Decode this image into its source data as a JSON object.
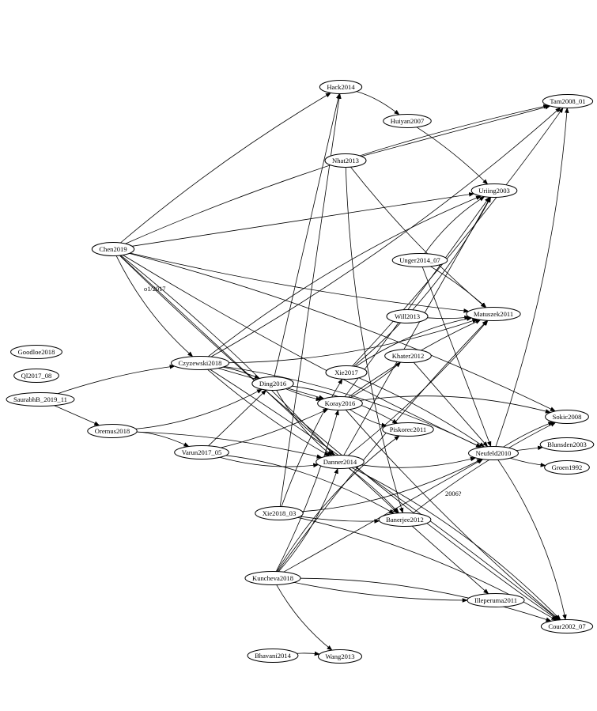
{
  "graph": {
    "nodes": [
      {
        "id": "Tam2008_01",
        "label": "Tam2008_01"
      },
      {
        "id": "Hack2014",
        "label": "Hack2014"
      },
      {
        "id": "Huiyan2007",
        "label": "Huiyan2007"
      },
      {
        "id": "Nhat2013",
        "label": "Nhat2013"
      },
      {
        "id": "Uriing2003",
        "label": "Uriing2003"
      },
      {
        "id": "Chen2019",
        "label": "Chen2019"
      },
      {
        "id": "Unger2014_07",
        "label": "Unger2014_07"
      },
      {
        "id": "Will2013",
        "label": "Will2013"
      },
      {
        "id": "Matuszek2011",
        "label": "Matuszek2011"
      },
      {
        "id": "Goodloe2018",
        "label": "Goodloe2018"
      },
      {
        "id": "Czyzewski2018",
        "label": "Czyzewski2018"
      },
      {
        "id": "Khater2012",
        "label": "Khater2012"
      },
      {
        "id": "Xie2017",
        "label": "Xie2017"
      },
      {
        "id": "Ql2017_08",
        "label": "Ql2017_08"
      },
      {
        "id": "Ding2016",
        "label": "Ding2016"
      },
      {
        "id": "SaurabhB_2019_11",
        "label": "SaurabhB_2019_11"
      },
      {
        "id": "Koray2016",
        "label": "Koray2016"
      },
      {
        "id": "Sokic2008",
        "label": "Sokic2008"
      },
      {
        "id": "Oremus2018",
        "label": "Oremus2018"
      },
      {
        "id": "Piskorec2011",
        "label": "Piskorec2011"
      },
      {
        "id": "Blunsden2003",
        "label": "Blunsden2003"
      },
      {
        "id": "Varun2017_05",
        "label": "Varun2017_05"
      },
      {
        "id": "Neufeld2010",
        "label": "Neufeld2010"
      },
      {
        "id": "Danner2014",
        "label": "Danner2014"
      },
      {
        "id": "Groen1992",
        "label": "Groen1992"
      },
      {
        "id": "Xie2018_03",
        "label": "Xie2018_03"
      },
      {
        "id": "Banerjee2012",
        "label": "Banerjee2012"
      },
      {
        "id": "Kuncheva2018",
        "label": "Kuncheva2018"
      },
      {
        "id": "Illeperuma2011",
        "label": "Illeperuma2011"
      },
      {
        "id": "Cour2002_07",
        "label": "Cour2002_07"
      },
      {
        "id": "Bhavani2014",
        "label": "Bhavani2014"
      },
      {
        "id": "Wang2013",
        "label": "Wang2013"
      }
    ],
    "edge_labels": [
      {
        "id": "lbl-1-2017",
        "text": "o1/2017"
      },
      {
        "id": "lbl-2006",
        "text": "2006?"
      }
    ],
    "edges": [
      [
        "Hack2014",
        "Huiyan2007"
      ],
      [
        "Huiyan2007",
        "Uriing2003"
      ],
      [
        "Nhat2013",
        "Tam2008_01"
      ],
      [
        "Nhat2013",
        "Matuszek2011"
      ],
      [
        "Nhat2013",
        "Banerjee2012"
      ],
      [
        "Chen2019",
        "Tam2008_01"
      ],
      [
        "Chen2019",
        "Hack2014"
      ],
      [
        "Chen2019",
        "Uriing2003"
      ],
      [
        "Chen2019",
        "Matuszek2011"
      ],
      [
        "Chen2019",
        "Czyzewski2018"
      ],
      [
        "Chen2019",
        "Sokic2008"
      ],
      [
        "Chen2019",
        "Danner2014"
      ],
      [
        "Chen2019",
        "Banerjee2012"
      ],
      [
        "Chen2019",
        "Neufeld2010"
      ],
      [
        "Chen2019",
        "Cour2002_07"
      ],
      [
        "Unger2014_07",
        "Uriing2003"
      ],
      [
        "Unger2014_07",
        "Matuszek2011"
      ],
      [
        "Unger2014_07",
        "Neufeld2010"
      ],
      [
        "Will2013",
        "Matuszek2011"
      ],
      [
        "Czyzewski2018",
        "Tam2008_01"
      ],
      [
        "Czyzewski2018",
        "Uriing2003"
      ],
      [
        "Czyzewski2018",
        "Ding2016"
      ],
      [
        "Czyzewski2018",
        "Koray2016"
      ],
      [
        "Czyzewski2018",
        "Danner2014"
      ],
      [
        "Czyzewski2018",
        "Matuszek2011"
      ],
      [
        "Czyzewski2018",
        "Neufeld2010"
      ],
      [
        "Czyzewski2018",
        "Cour2002_07"
      ],
      [
        "Khater2012",
        "Neufeld2010"
      ],
      [
        "Xie2017",
        "Tam2008_01"
      ],
      [
        "Xie2017",
        "Uriing2003"
      ],
      [
        "Xie2017",
        "Matuszek2011"
      ],
      [
        "Xie2017",
        "Neufeld2010"
      ],
      [
        "Ding2016",
        "Hack2014"
      ],
      [
        "Ding2016",
        "Koray2016"
      ],
      [
        "Ding2016",
        "Danner2014"
      ],
      [
        "Ding2016",
        "Piskorec2011"
      ],
      [
        "SaurabhB_2019_11",
        "Czyzewski2018"
      ],
      [
        "SaurabhB_2019_11",
        "Oremus2018"
      ],
      [
        "Koray2016",
        "Khater2012"
      ],
      [
        "Koray2016",
        "Piskorec2011"
      ],
      [
        "Koray2016",
        "Sokic2008"
      ],
      [
        "Koray2016",
        "Matuszek2011"
      ],
      [
        "Koray2016",
        "Uriing2003"
      ],
      [
        "Koray2016",
        "Cour2002_07"
      ],
      [
        "Oremus2018",
        "Ding2016"
      ],
      [
        "Oremus2018",
        "Varun2017_05"
      ],
      [
        "Oremus2018",
        "Danner2014"
      ],
      [
        "Varun2017_05",
        "Ding2016"
      ],
      [
        "Varun2017_05",
        "Koray2016"
      ],
      [
        "Varun2017_05",
        "Danner2014"
      ],
      [
        "Varun2017_05",
        "Banerjee2012"
      ],
      [
        "Neufeld2010",
        "Sokic2008"
      ],
      [
        "Neufeld2010",
        "Blunsden2003"
      ],
      [
        "Neufeld2010",
        "Groen1992"
      ],
      [
        "Neufeld2010",
        "Tam2008_01"
      ],
      [
        "Neufeld2010",
        "Cour2002_07"
      ],
      [
        "Danner2014",
        "Banerjee2012"
      ],
      [
        "Danner2014",
        "Uriing2003"
      ],
      [
        "Danner2014",
        "Matuszek2011"
      ],
      [
        "Danner2014",
        "Neufeld2010"
      ],
      [
        "Danner2014",
        "Cour2002_07"
      ],
      [
        "Xie2018_03",
        "Xie2017"
      ],
      [
        "Xie2018_03",
        "Hack2014"
      ],
      [
        "Xie2018_03",
        "Banerjee2012"
      ],
      [
        "Xie2018_03",
        "Neufeld2010"
      ],
      [
        "Xie2018_03",
        "Cour2002_07"
      ],
      [
        "Banerjee2012",
        "Sokic2008"
      ],
      [
        "Banerjee2012",
        "Illeperuma2011"
      ],
      [
        "Kuncheva2018",
        "Koray2016"
      ],
      [
        "Kuncheva2018",
        "Danner2014"
      ],
      [
        "Kuncheva2018",
        "Piskorec2011"
      ],
      [
        "Kuncheva2018",
        "Matuszek2011"
      ],
      [
        "Kuncheva2018",
        "Neufeld2010"
      ],
      [
        "Kuncheva2018",
        "Illeperuma2011"
      ],
      [
        "Kuncheva2018",
        "Wang2013"
      ],
      [
        "Kuncheva2018",
        "Cour2002_07"
      ],
      [
        "Bhavani2014",
        "Wang2013"
      ]
    ]
  }
}
